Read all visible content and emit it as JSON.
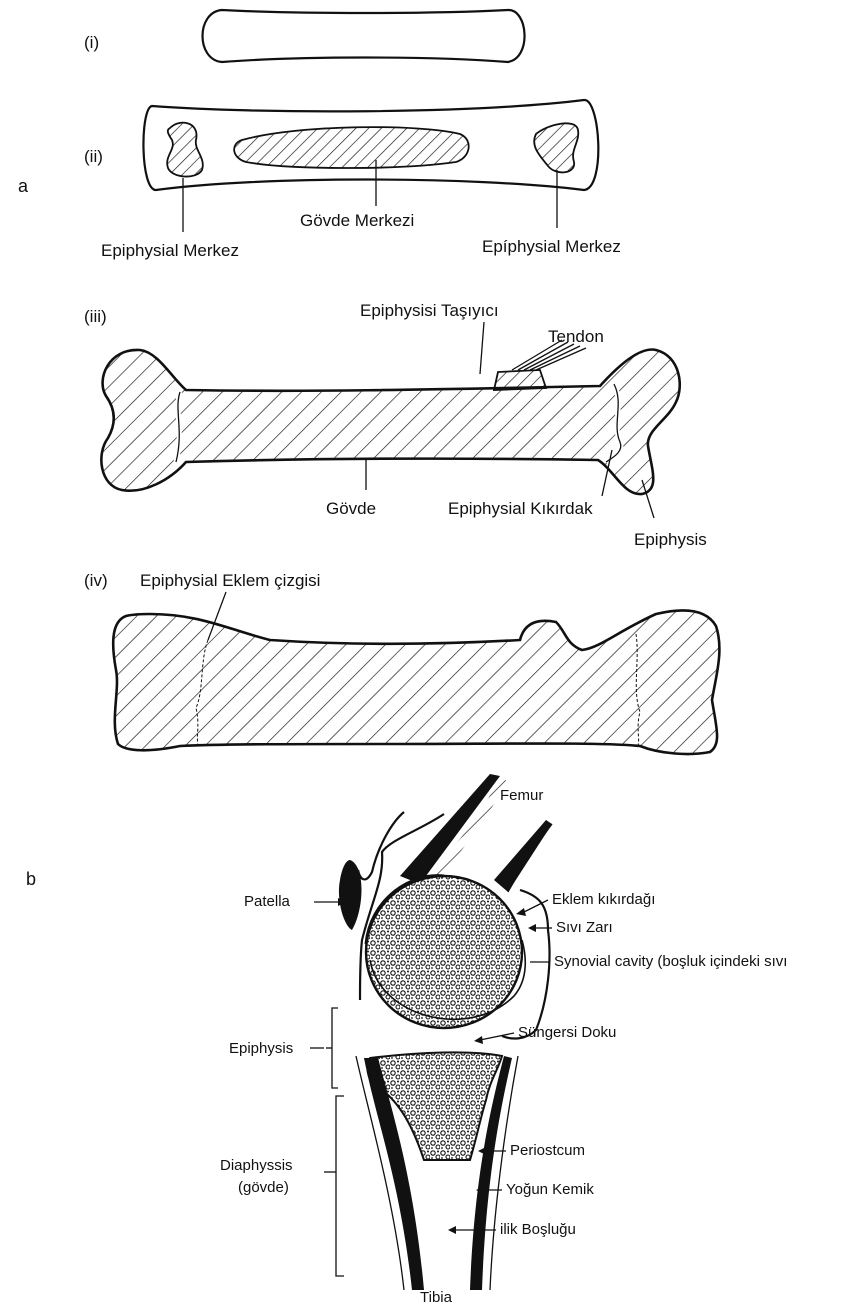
{
  "section_a": "a",
  "section_b": "b",
  "stages": {
    "i": "(i)",
    "ii": "(ii)",
    "iii": "(iii)",
    "iv": "(iv)"
  },
  "part_a_labels": {
    "epiphysial_merkez_left": "Epiphysial Merkez",
    "govde_merkezi": "Gövde Merkezi",
    "epiphysial_merkez_right": "Epíphysial Merkez",
    "epiphysisi_tasiyici": "Epiphysisi Taşıyıcı",
    "tendon": "Tendon",
    "govde": "Gövde",
    "epiphysial_kikirdak": "Epiphysial Kıkırdak",
    "epiphysis": "Epiphysis",
    "epiphysial_eklem_cizgisi": "Epiphysial Eklem çizgisi"
  },
  "part_b_labels": {
    "femur": "Femur",
    "patella": "Patella",
    "eklem_kikirdagi": "Eklem kıkırdağı",
    "sivi_zari": "Sıvı Zarı",
    "synovial_cavity": "Synovial cavity (boşluk içindeki sıvı",
    "epiphysis": "Epiphysis",
    "sungersi_doku": "Süngersi Doku",
    "diaphyssis": "Diaphyssis",
    "govde_paren": "(gövde)",
    "periostcum": "Periostcum",
    "yogun_kemik": "Yoğun Kemik",
    "ilik_boslugu": "ilik Boşluğu",
    "tibia": "Tibia"
  }
}
